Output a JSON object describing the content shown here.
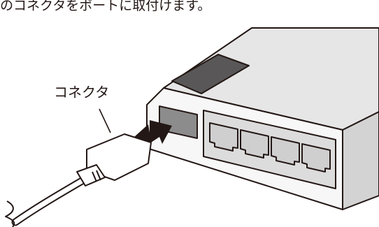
{
  "instruction": "のコネクタをポートに取付けます。",
  "labels": {
    "connector": "コネクタ"
  },
  "colors": {
    "line": "#231815",
    "device_top": "#e6e6e6",
    "device_side": "#d3d3d3",
    "device_front": "#f7f7f7",
    "dark_label": "#595757",
    "target_port": "#8c8c8c",
    "port_frame": "#dcdcdc",
    "jack": "#cfcfcf",
    "arrow": "#231815"
  },
  "illustration": {
    "device": "network-switch",
    "lan_port_count": 4,
    "icons": [
      "network-switch-icon",
      "insert-arrow-icon",
      "cable-connector-icon"
    ]
  }
}
